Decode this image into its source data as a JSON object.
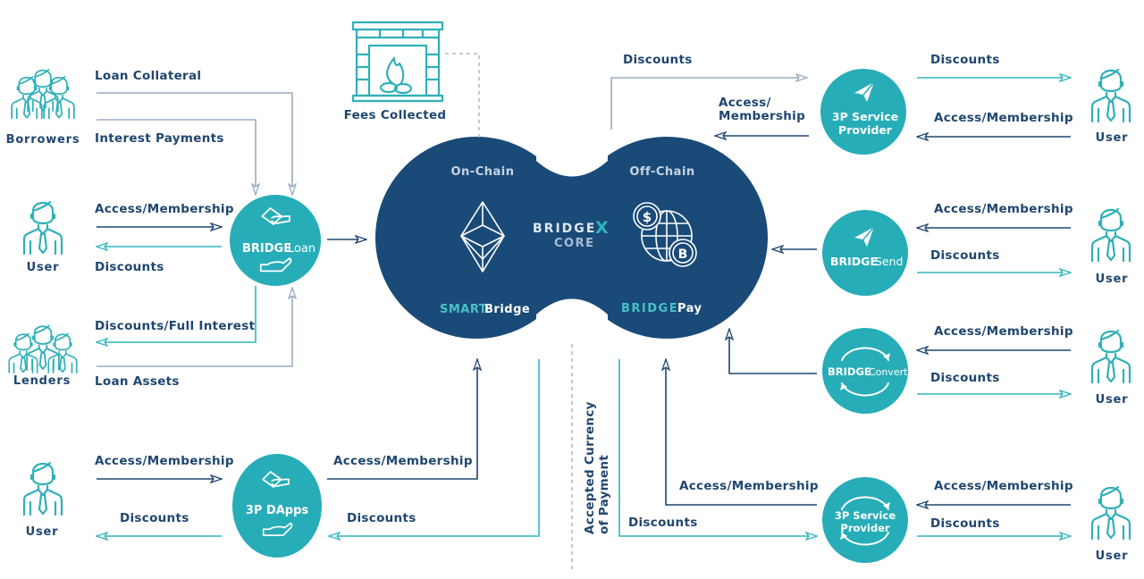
{
  "colors": {
    "navy": "#1a4a78",
    "teal": "#27adb8",
    "label_text": "#1f4670",
    "arrow_dark": "#1f4670",
    "arrow_teal": "#2fb5be",
    "arrow_grey": "#9aacc0"
  },
  "actors": {
    "borrowers": "Borrowers",
    "lenders": "Lenders",
    "user": "User",
    "fees": "Fees Collected"
  },
  "core": {
    "on_chain": "On-Chain",
    "off_chain": "Off-Chain",
    "brand_left": "BRIDGE",
    "brand_x": "X",
    "brand_sub": "CORE",
    "smart_prefix": "SMART",
    "smart_suffix": "Bridge",
    "pay_prefix": "BRIDGE",
    "pay_suffix": "Pay"
  },
  "nodes": {
    "bridge_loan": {
      "prefix": "BRIDGE",
      "suffix": "Loan"
    },
    "dapps": {
      "label": "3P DApps"
    },
    "sp_top": {
      "line1": "3P Service",
      "line2": "Provider"
    },
    "bridge_send": {
      "prefix": "BRIDGE",
      "suffix": "Send"
    },
    "bridge_convert": {
      "prefix": "BRIDGE",
      "suffix": "Convert"
    },
    "sp_bottom": {
      "line1": "3P Service",
      "line2": "Provider"
    }
  },
  "labels": {
    "loan_collateral": "Loan Collateral",
    "interest_payments": "Interest Payments",
    "access_membership": "Access/Membership",
    "discounts": "Discounts",
    "discounts_full_interest": "Discounts/Full Interest",
    "loan_assets": "Loan Assets",
    "access_slash": "Access/",
    "membership": "Membership",
    "accepted_currency_1": "Accepted Currency",
    "accepted_currency_2": "of Payment"
  }
}
